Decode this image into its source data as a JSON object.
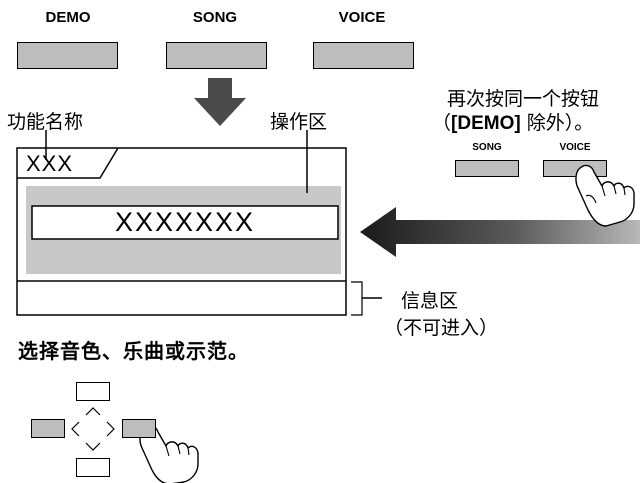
{
  "top_buttons": [
    {
      "label": "DEMO"
    },
    {
      "label": "SONG"
    },
    {
      "label": "VOICE"
    }
  ],
  "screen": {
    "function_name_label": "功能名称",
    "operation_area_label": "操作区",
    "function_value": "XXX",
    "main_value": "XXXXXXX",
    "info_area_label": "信息区",
    "info_area_note": "（不可进入）"
  },
  "press_again": {
    "line1": "再次按同一个按钮",
    "line2_prefix": "（",
    "line2_key": "[DEMO]",
    "line2_suffix": " 除外）。",
    "small_buttons": [
      {
        "label": "SONG"
      },
      {
        "label": "VOICE"
      }
    ]
  },
  "instruction": "选择音色、乐曲或示范。",
  "colors": {
    "button_gray": "#bdbdbd",
    "operation_area_gray": "#c8c8c8",
    "arrow_dark": "#4a4a4a"
  }
}
